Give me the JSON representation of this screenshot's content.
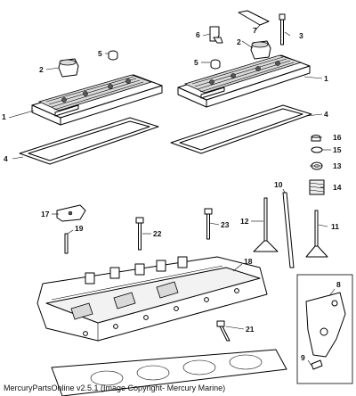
{
  "footer": {
    "copyright": "MercuryPartsOnline v2.5.1 (Image Copyright- Mercury Marine)"
  },
  "callouts": {
    "c1a": "1",
    "c1b": "1",
    "c2a": "2",
    "c2b": "2",
    "c3": "3",
    "c4a": "4",
    "c4b": "4",
    "c5a": "5",
    "c5b": "5",
    "c6": "6",
    "c7": "7",
    "c8": "8",
    "c9": "9",
    "c10": "10",
    "c11": "11",
    "c12": "12",
    "c13": "13",
    "c14": "14",
    "c15": "15",
    "c16": "16",
    "c17": "17",
    "c18": "18",
    "c19": "19",
    "c21": "21",
    "c22": "22",
    "c23": "23"
  }
}
